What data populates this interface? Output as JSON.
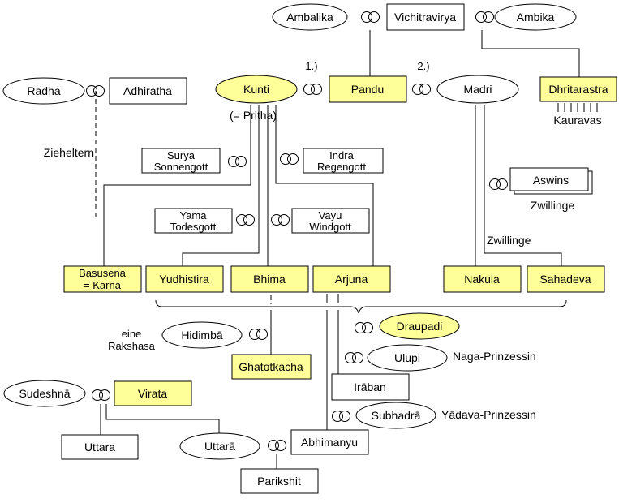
{
  "colors": {
    "highlight": "#ffff99",
    "line": "#000000",
    "background": "#ffffff"
  },
  "people": {
    "ambalika": "Ambalika",
    "vichitravirya": "Vichitravirya",
    "ambika": "Ambika",
    "radha": "Radha",
    "adhiratha": "Adhiratha",
    "kunti": "Kunti",
    "pritha": "(= Pritha)",
    "pandu": "Pandu",
    "madri": "Madri",
    "dhritarastra": "Dhritarastra",
    "kauravas": "Kauravas",
    "surya": [
      "Surya",
      "Sonnengott"
    ],
    "indra": [
      "Indra",
      "Regengott"
    ],
    "aswins": "Aswins",
    "zwillinge_aswins": "Zwillinge",
    "yama": [
      "Yama",
      "Todesgott"
    ],
    "vayu": [
      "Vayu",
      "Windgott"
    ],
    "zwillinge_sons": "Zwillinge",
    "basusena": [
      "Basusena",
      "= Karna"
    ],
    "yudhistira": "Yudhistira",
    "bhima": "Bhima",
    "arjuna": "Arjuna",
    "nakula": "Nakula",
    "sahadeva": "Sahadeva",
    "draupadi": "Draupadi",
    "rakshasa": [
      "eine",
      "Rakshasa"
    ],
    "hidimba": "Hidimbā",
    "ghatotkacha": "Ghatotkacha",
    "ulupi": "Ulupi",
    "naga": "Naga-Prinzessin",
    "iraban": "Irāban",
    "sudeshna": "Sudeshnā",
    "virata": "Virata",
    "subhadra": "Subhadrā",
    "yadava": "Yādava-Prinzessin",
    "uttara_son": "Uttara",
    "uttara_daughter": "Uttarā",
    "abhimanyu": "Abhimanyu",
    "parikshit": "Parikshit"
  },
  "labels": {
    "zieheltern": "Zieheltern",
    "first": "1.)",
    "second": "2.)"
  }
}
